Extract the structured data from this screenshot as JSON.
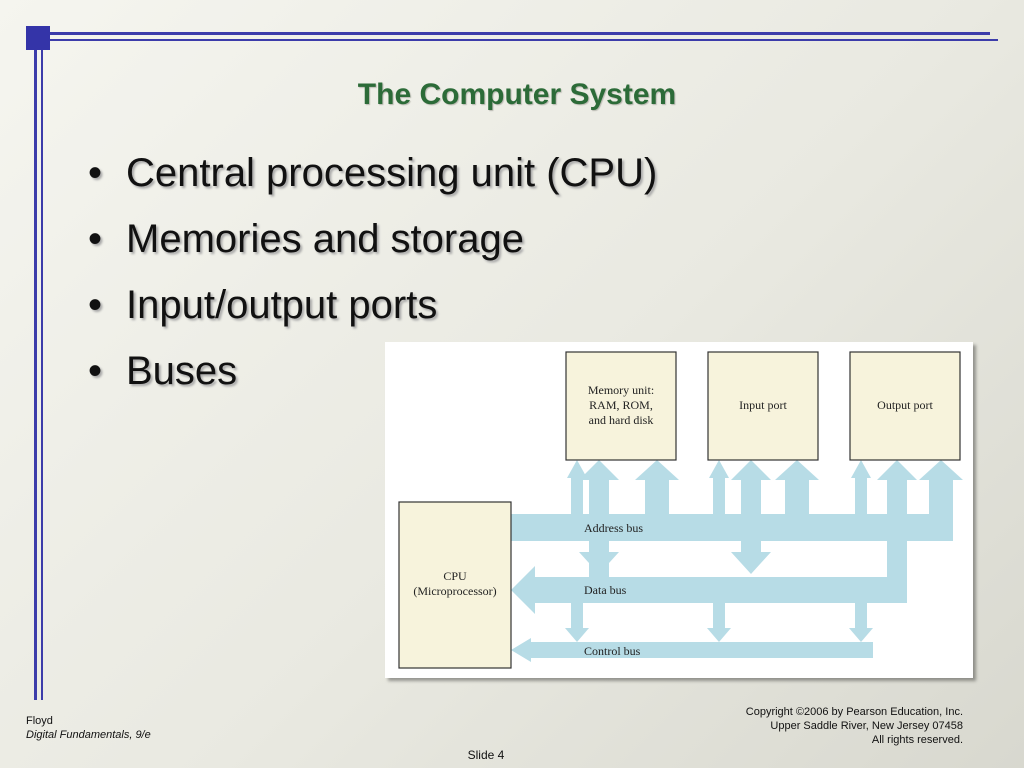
{
  "slide": {
    "title": "The Computer System",
    "bullets": [
      "Central processing unit (CPU)",
      "Memories and storage",
      "Input/output ports",
      "Buses"
    ],
    "bullet_char": "•",
    "slide_number": "Slide 4"
  },
  "diagram": {
    "memory_unit_lines": [
      "Memory unit:",
      "RAM, ROM,",
      "and hard disk"
    ],
    "input_port": "Input port",
    "output_port": "Output port",
    "cpu_lines": [
      "CPU",
      "(Microprocessor)"
    ],
    "address_bus": "Address bus",
    "data_bus": "Data bus",
    "control_bus": "Control bus",
    "colors": {
      "box_fill": "#f7f3dc",
      "bus_fill": "#b7dce6",
      "border": "#333333"
    }
  },
  "footer": {
    "author": "Floyd",
    "book": "Digital Fundamentals, 9/e",
    "copyright_lines": [
      "Copyright ©2006 by Pearson Education, Inc.",
      "Upper Saddle River, New Jersey 07458",
      "All rights reserved."
    ]
  }
}
